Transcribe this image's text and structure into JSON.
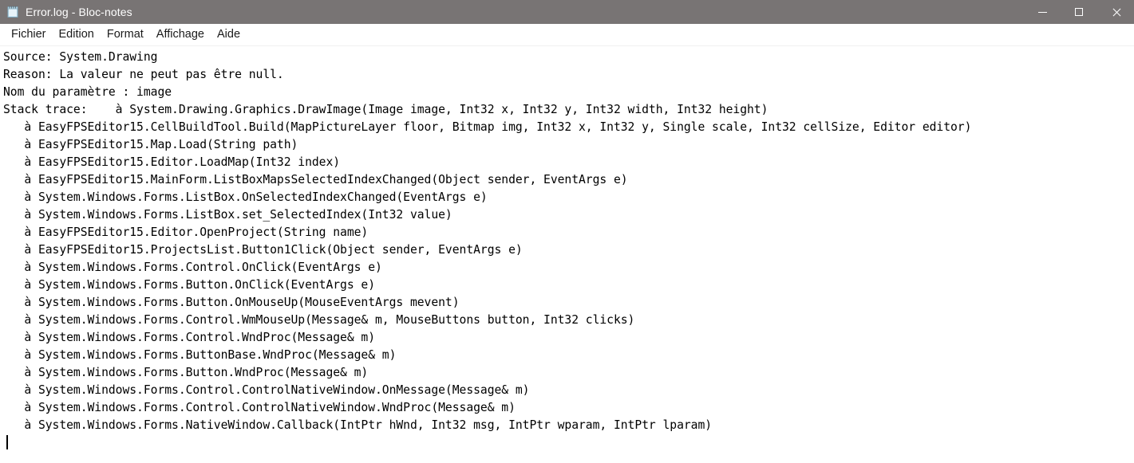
{
  "window": {
    "title": "Error.log - Bloc-notes",
    "icon": "notepad-icon",
    "titlebar_color": "#787474",
    "background_color": "#ffffff",
    "text_color": "#000000",
    "controls": {
      "minimize": "minimize-icon",
      "maximize": "maximize-icon",
      "close": "close-icon"
    }
  },
  "menu": {
    "items": [
      {
        "label": "Fichier"
      },
      {
        "label": "Edition"
      },
      {
        "label": "Format"
      },
      {
        "label": "Affichage"
      },
      {
        "label": "Aide"
      }
    ]
  },
  "document": {
    "caret_visible": true,
    "lines": [
      "Source: System.Drawing",
      "Reason: La valeur ne peut pas être null.",
      "Nom du paramètre : image",
      "Stack trace:    à System.Drawing.Graphics.DrawImage(Image image, Int32 x, Int32 y, Int32 width, Int32 height)",
      "   à EasyFPSEditor15.CellBuildTool.Build(MapPictureLayer floor, Bitmap img, Int32 x, Int32 y, Single scale, Int32 cellSize, Editor editor)",
      "   à EasyFPSEditor15.Map.Load(String path)",
      "   à EasyFPSEditor15.Editor.LoadMap(Int32 index)",
      "   à EasyFPSEditor15.MainForm.ListBoxMapsSelectedIndexChanged(Object sender, EventArgs e)",
      "   à System.Windows.Forms.ListBox.OnSelectedIndexChanged(EventArgs e)",
      "   à System.Windows.Forms.ListBox.set_SelectedIndex(Int32 value)",
      "   à EasyFPSEditor15.Editor.OpenProject(String name)",
      "   à EasyFPSEditor15.ProjectsList.Button1Click(Object sender, EventArgs e)",
      "   à System.Windows.Forms.Control.OnClick(EventArgs e)",
      "   à System.Windows.Forms.Button.OnClick(EventArgs e)",
      "   à System.Windows.Forms.Button.OnMouseUp(MouseEventArgs mevent)",
      "   à System.Windows.Forms.Control.WmMouseUp(Message& m, MouseButtons button, Int32 clicks)",
      "   à System.Windows.Forms.Control.WndProc(Message& m)",
      "   à System.Windows.Forms.ButtonBase.WndProc(Message& m)",
      "   à System.Windows.Forms.Button.WndProc(Message& m)",
      "   à System.Windows.Forms.Control.ControlNativeWindow.OnMessage(Message& m)",
      "   à System.Windows.Forms.Control.ControlNativeWindow.WndProc(Message& m)",
      "   à System.Windows.Forms.NativeWindow.Callback(IntPtr hWnd, Int32 msg, IntPtr wparam, IntPtr lparam)",
      ""
    ]
  }
}
